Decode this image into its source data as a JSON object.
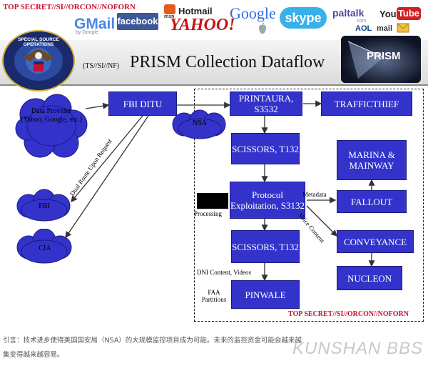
{
  "header": {
    "classification_top": "TOP SECRET//SI//ORCON//NOFORN",
    "title_prefix": "(TS//SI//NF)",
    "title": "PRISM Collection Dataflow",
    "seal_text": "SPECIAL SOURCE OPERATIONS",
    "prism_badge": "PRISM"
  },
  "logos": {
    "gmail": "GMail",
    "gmail_sub": "by Google",
    "facebook": "facebook",
    "msn": "msn",
    "hotmail": "Hotmail",
    "yahoo": "YAHOO!",
    "google": "Google",
    "skype": "skype",
    "paltalk": "paltalk",
    "paltalk_sub": "com",
    "youtube_you": "You",
    "youtube_tube": "Tube",
    "aol": "AOL",
    "aol_mail": "mail"
  },
  "diagram": {
    "data_provider": "Data Provider (Yahoo, Google, etc.)",
    "fbi_ditu": "FBI DITU",
    "nsa": "NSA",
    "fbi": "FBI",
    "cia": "CIA",
    "dual_route": "Dual Route Upon Request",
    "printaura": "PRINTAURA, S3532",
    "trafficthief": "TRAFFICTHIEF",
    "scissors1": "SCISSORS, T132",
    "protocol": "Protocol Exploitation, S3132",
    "scissors2": "SCISSORS, T132",
    "pinwale": "PINWALE",
    "marina": "MARINA & MAINWAY",
    "fallout": "FALLOUT",
    "conveyance": "CONVEYANCE",
    "nucleon": "NUCLEON",
    "processing": "Processing",
    "metadata": "Metadata",
    "voice_content": "Voice Content",
    "dni_content": "DNI Content, Videos",
    "faa_partitions": "FAA Partitions",
    "classification_bottom": "TOP SECRET//SI//ORCON//NOFORN"
  },
  "footer": {
    "caption_line1": "引言：技术进步使得美国国安局（NSA）的大规模监控项目成为可能。未来的监控资金可能会越来越",
    "caption_line2": "集变得越来越容易。",
    "watermark": "KUNSHAN BBS"
  },
  "colors": {
    "box_fill": "#3333cc",
    "cloud_fill": "#3333cc",
    "classification_red": "#c8102e"
  }
}
